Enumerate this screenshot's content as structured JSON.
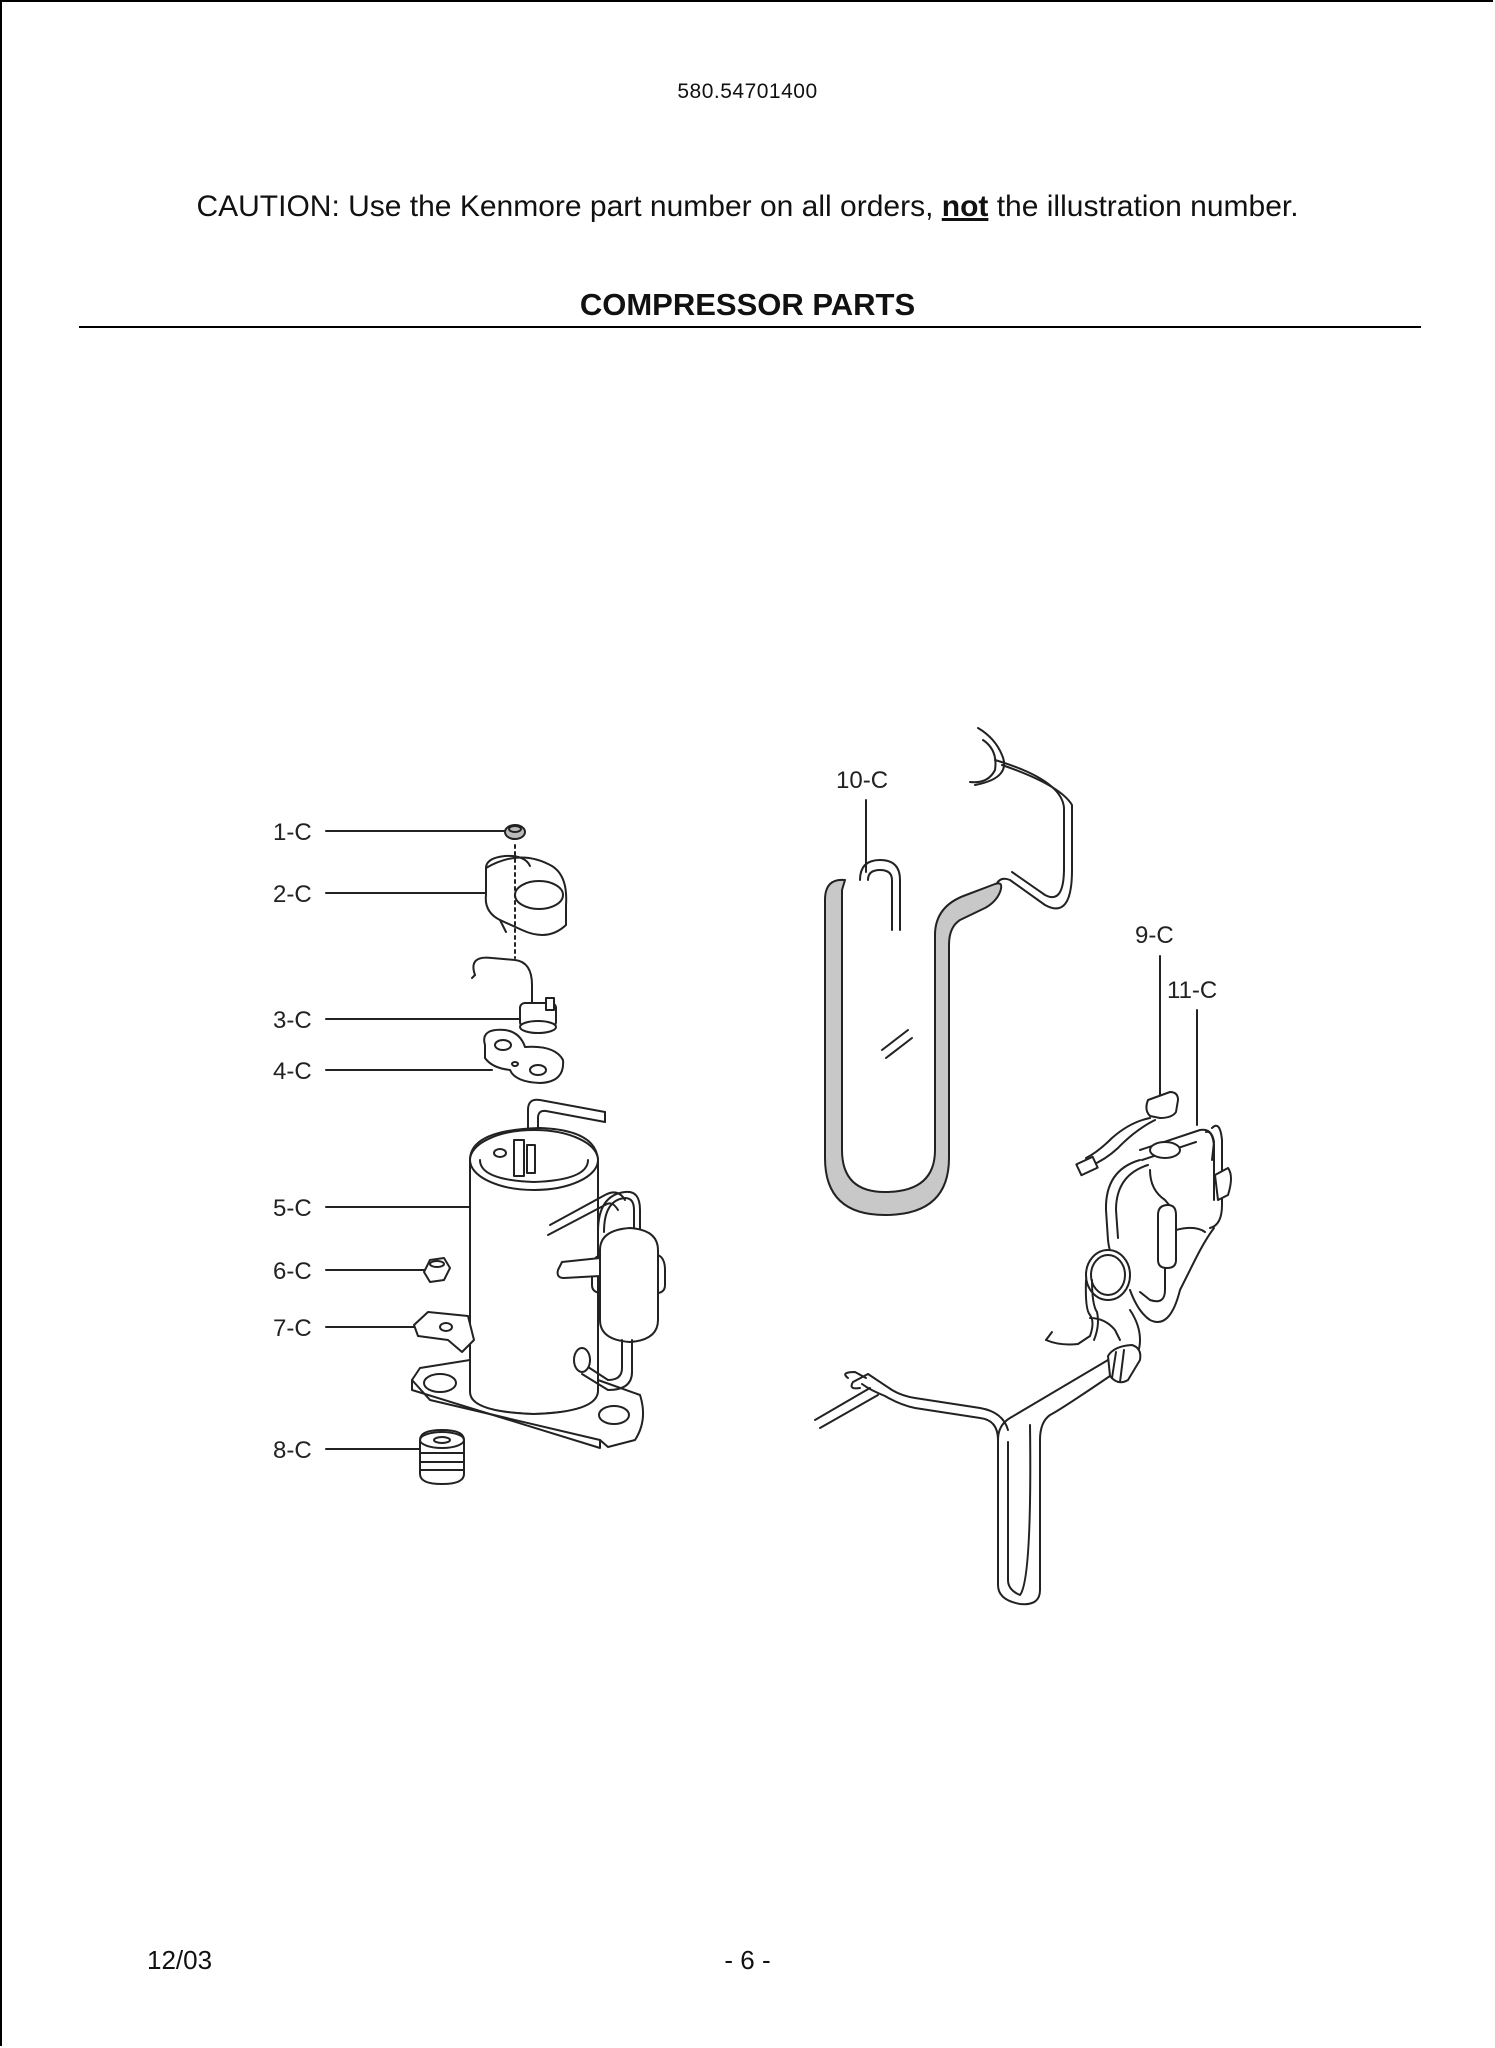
{
  "header": {
    "model_number": "580.54701400",
    "caution_prefix": "CAUTION: Use the Kenmore part number on all orders, ",
    "caution_emphasis": "not",
    "caution_suffix": " the illustration number.",
    "section_title": "COMPRESSOR PARTS"
  },
  "callouts": {
    "c1": "1-C",
    "c2": "2-C",
    "c3": "3-C",
    "c4": "4-C",
    "c5": "5-C",
    "c6": "6-C",
    "c7": "7-C",
    "c8": "8-C",
    "c9": "9-C",
    "c10": "10-C",
    "c11": "11-C"
  },
  "footer": {
    "date": "12/03",
    "page": "- 6 -"
  }
}
